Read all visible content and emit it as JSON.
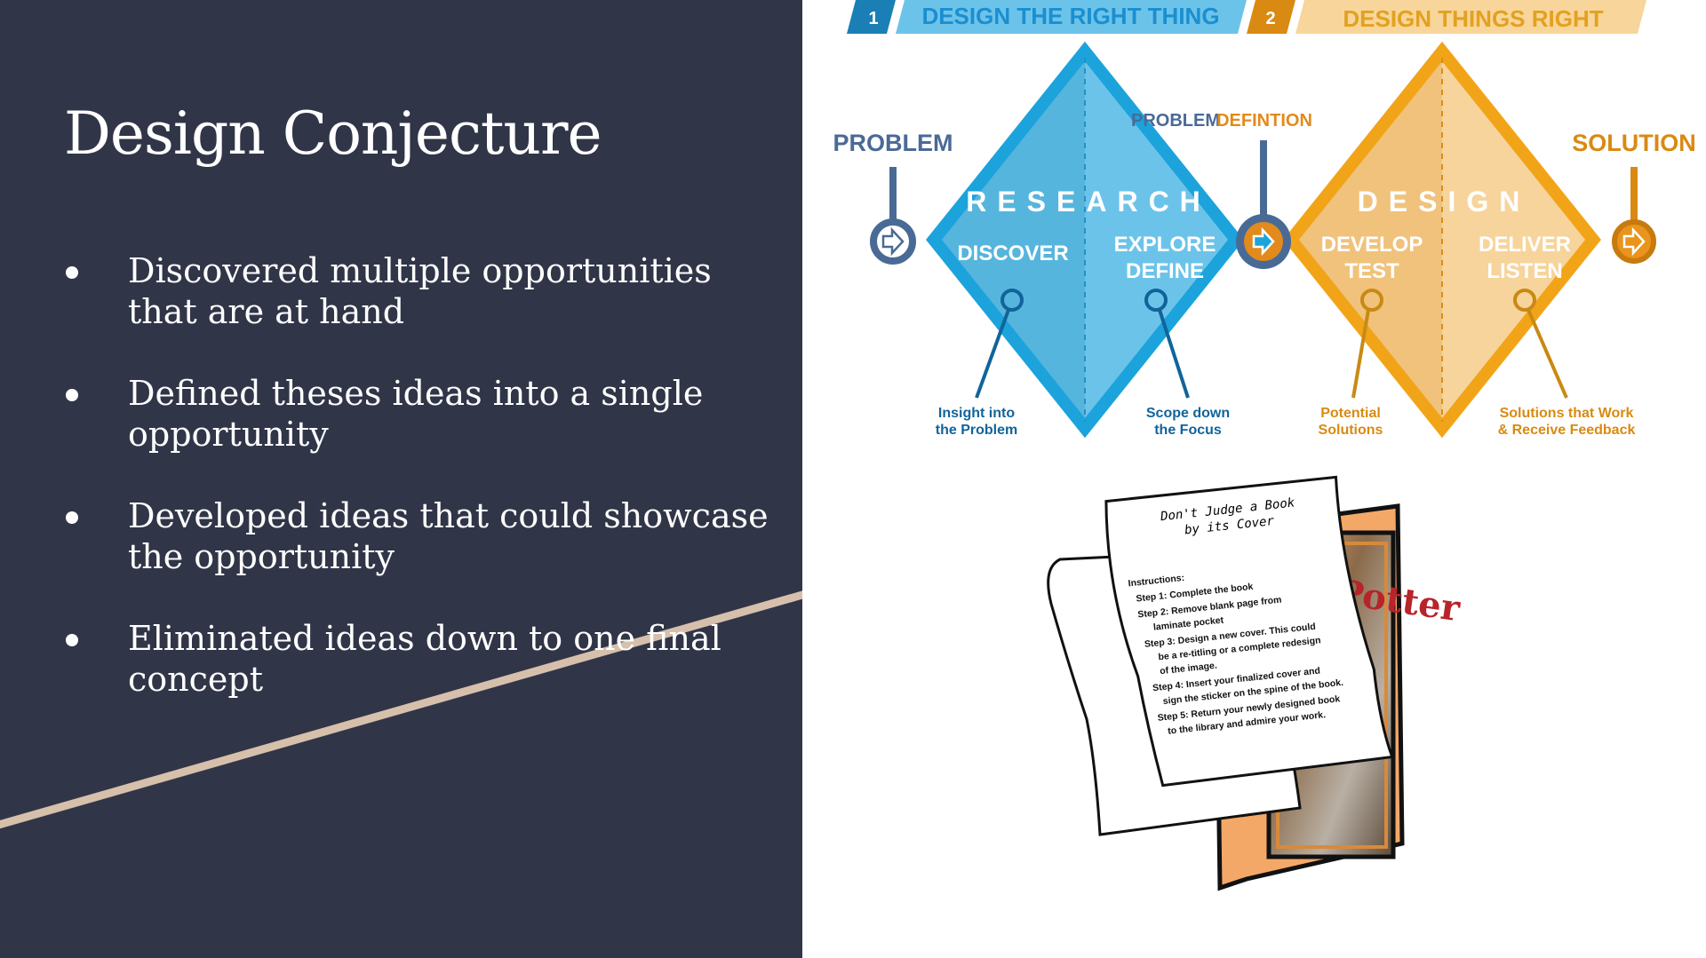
{
  "slide": {
    "title": "Design Conjecture",
    "bullets": [
      "Discovered multiple opportunities that are at hand",
      "Defined theses ideas into a single opportunity",
      "Developed ideas that could showcase the opportunity",
      "Eliminated ideas down to one final concept"
    ]
  },
  "diagram": {
    "phase1_num": "1",
    "phase1_label": "DESIGN THE RIGHT THING",
    "phase2_num": "2",
    "phase2_label": "DESIGN THINGS RIGHT",
    "problem": "PROBLEM",
    "problem_def_a": "PROBLEM",
    "problem_def_b": "DEFINTION",
    "solution": "SOLUTION",
    "research": "RESEARCH",
    "design": "DESIGN",
    "discover": "DISCOVER",
    "explore": "EXPLORE",
    "define": "DEFINE",
    "develop": "DEVELOP",
    "test": "TEST",
    "deliver": "DELIVER",
    "listen": "LISTEN",
    "insight_1": "Insight into",
    "insight_2": "the Problem",
    "scope_1": "Scope down",
    "scope_2": "the Focus",
    "potential_1": "Potential",
    "potential_2": "Solutions",
    "solutions_1": "Solutions that Work",
    "solutions_2": "& Receive Feedback",
    "colors": {
      "blue_dark": "#1a7fb5",
      "blue_light": "#6cc3ea",
      "orange_dark": "#e4a21c",
      "orange_light": "#f6cf8a",
      "problem_blue": "#4a6a96"
    }
  },
  "book_image": {
    "sheet_title_1": "Don't Judge a Book",
    "sheet_title_2": "by its Cover",
    "instructions": [
      "Instructions:",
      "Step 1: Complete the book",
      "Step 2: Remove blank page from",
      "laminate pocket",
      "Step 3: Design a new cover.  This could",
      "be a re-titling or a complete redesign",
      "of the image.",
      "Step 4: Insert your finalized cover and",
      "sign the sticker on the spine of the book.",
      "Step 5: Return your newly designed book",
      "to the library and admire your work."
    ],
    "cover_text": "Potter"
  }
}
